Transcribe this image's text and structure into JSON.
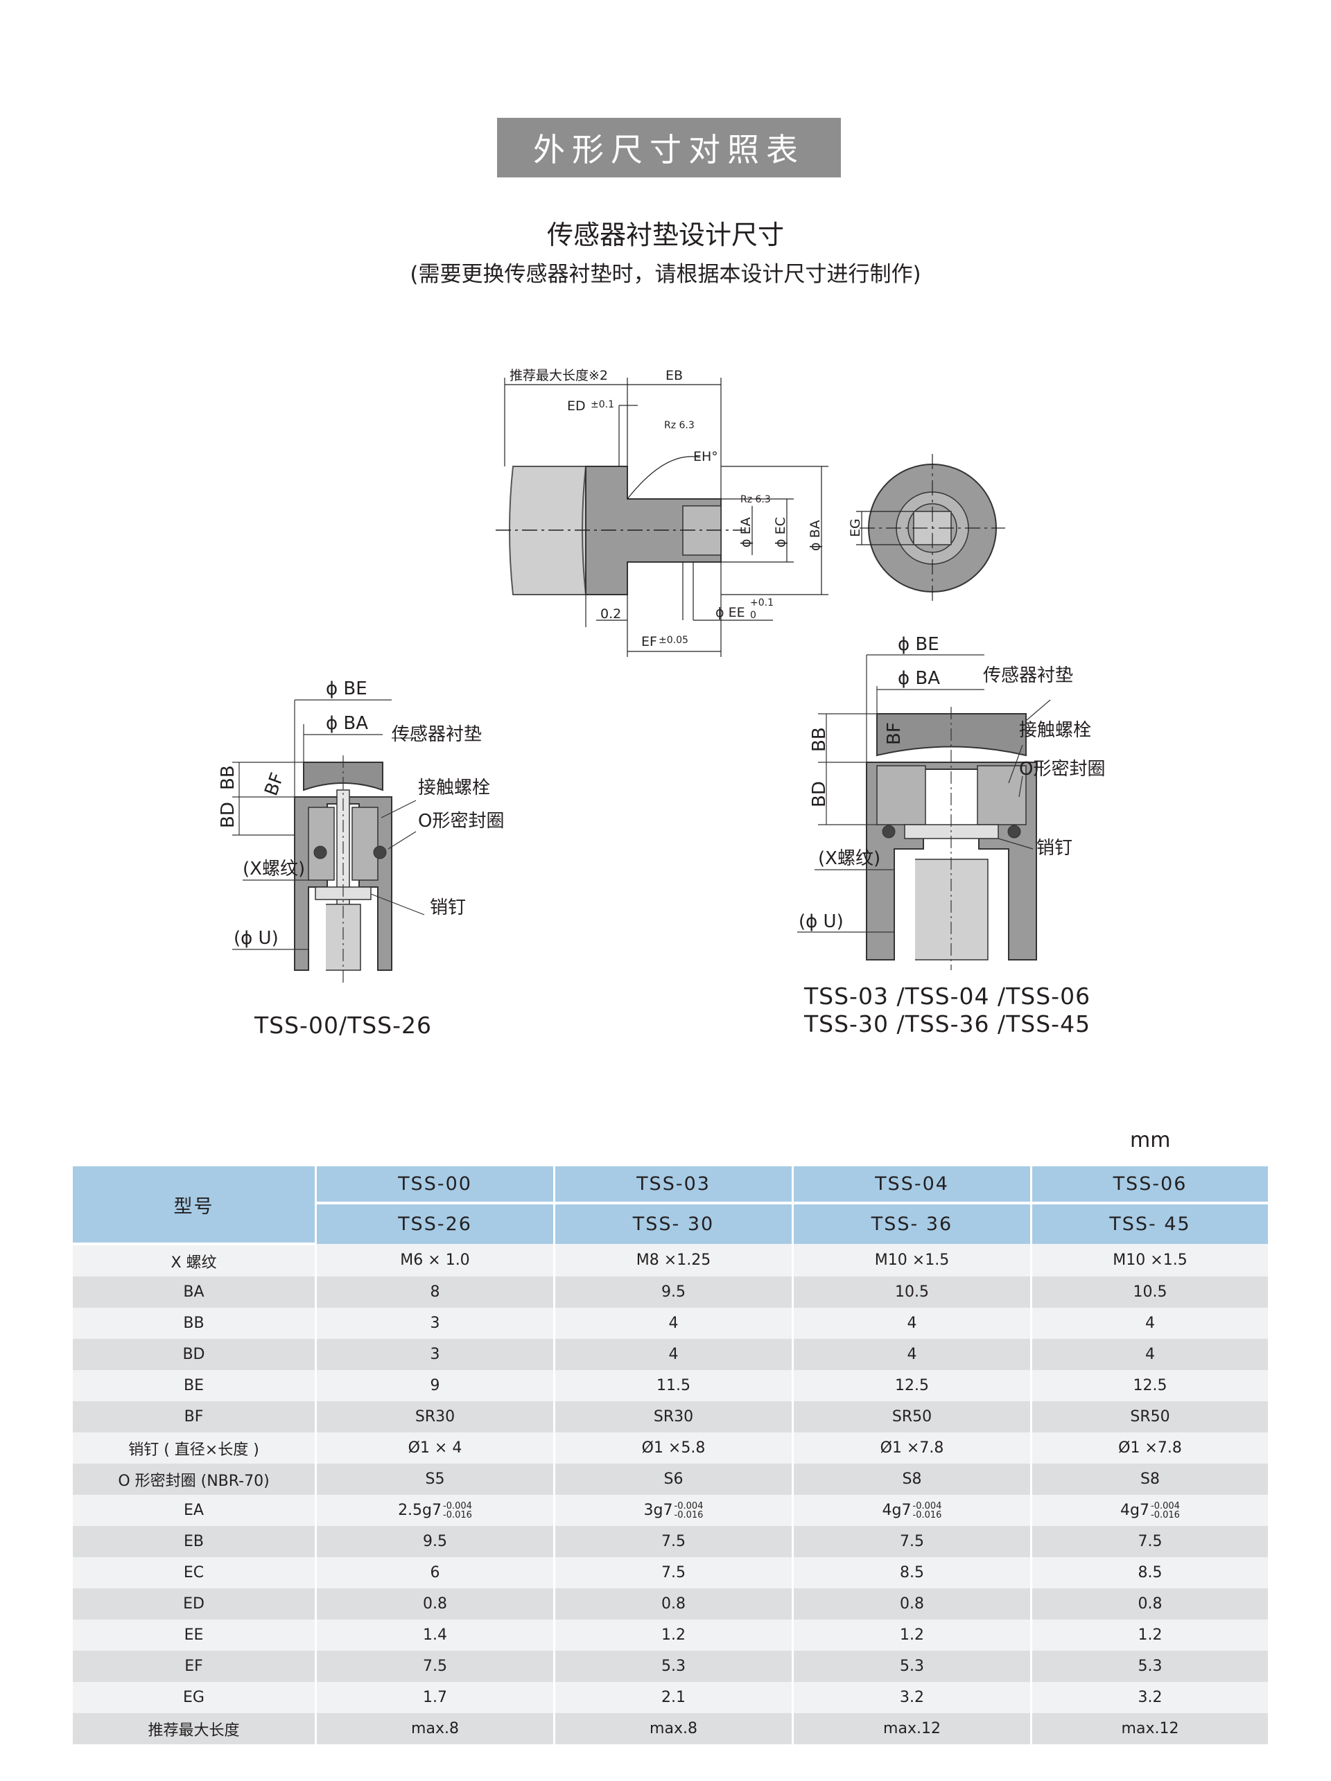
{
  "header": {
    "title": "外形尺寸对照表",
    "subtitle": "传感器衬垫设计尺寸",
    "note": "(需要更换传感器衬垫时，请根据本设计尺寸进行制作)"
  },
  "drawing": {
    "dims": {
      "max_len": "推荐最大长度※2",
      "eb": "EB",
      "ed": "ED",
      "ed_tol": "±0.1",
      "rz1": "Rz 6.3",
      "eh": "EH°",
      "rz2": "Rz 6.3",
      "ea": "ϕ EA",
      "ec": "ϕ EC",
      "ba": "ϕ BA",
      "eg": "EG",
      "gap": "0.2",
      "ee": "ϕ EE",
      "ee_tol_upper": "+0.1",
      "ee_tol_lower": "0",
      "ef": "EF",
      "ef_tol": "±0.05"
    },
    "left": {
      "be": "ϕ BE",
      "ba": "ϕ BA",
      "bb": "BB",
      "bd": "BD",
      "bf": "BF",
      "pad": "传感器衬垫",
      "bolt": "接触螺栓",
      "oring": "O形密封圈",
      "x": "(X螺纹)",
      "pin": "销钉",
      "u": "(ϕ U)",
      "caption": "TSS-00/TSS-26"
    },
    "right": {
      "be": "ϕ BE",
      "ba": "ϕ BA",
      "bb": "BB",
      "bd": "BD",
      "bf": "BF",
      "pad": "传感器衬垫",
      "bolt": "接触螺栓",
      "oring": "O形密封圈",
      "x": "(X螺纹)",
      "pin": "销钉",
      "u": "(ϕ U)",
      "caption_line1": "TSS-03 /TSS-04 /TSS-06",
      "caption_line2": "TSS-30 /TSS-36 /TSS-45"
    }
  },
  "table": {
    "unit": "mm",
    "model_label": "型号",
    "models_row1": [
      "TSS-00",
      "TSS-03",
      "TSS-04",
      "TSS-06"
    ],
    "models_row2": [
      "TSS-26",
      "TSS- 30",
      "TSS- 36",
      "TSS- 45"
    ],
    "rows": [
      {
        "label": "X 螺纹",
        "values": [
          "M6 × 1.0",
          "M8 ×1.25",
          "M10  ×1.5",
          "M10  ×1.5"
        ]
      },
      {
        "label": "BA",
        "values": [
          "8",
          "9.5",
          "10.5",
          "10.5"
        ]
      },
      {
        "label": "BB",
        "values": [
          "3",
          "4",
          "4",
          "4"
        ]
      },
      {
        "label": "BD",
        "values": [
          "3",
          "4",
          "4",
          "4"
        ]
      },
      {
        "label": "BE",
        "values": [
          "9",
          "11.5",
          "12.5",
          "12.5"
        ]
      },
      {
        "label": "BF",
        "values": [
          "SR30",
          "SR30",
          "SR50",
          "SR50"
        ]
      },
      {
        "label": "销钉 ( 直径×长度  )",
        "values": [
          "Ø1 × 4",
          "Ø1 ×5.8",
          "Ø1 ×7.8",
          "Ø1 ×7.8"
        ]
      },
      {
        "label": "O 形密封圈 (NBR-70)",
        "values": [
          "S5",
          "S6",
          "S8",
          "S8"
        ]
      },
      {
        "label": "EA",
        "values": [
          "2.5g7",
          "3g7",
          "4g7",
          "4g7"
        ],
        "tol_upper": "-0.004",
        "tol_lower": "-0.016"
      },
      {
        "label": "EB",
        "values": [
          "9.5",
          "7.5",
          "7.5",
          "7.5"
        ]
      },
      {
        "label": "EC",
        "values": [
          "6",
          "7.5",
          "8.5",
          "8.5"
        ]
      },
      {
        "label": "ED",
        "values": [
          "0.8",
          "0.8",
          "0.8",
          "0.8"
        ]
      },
      {
        "label": "EE",
        "values": [
          "1.4",
          "1.2",
          "1.2",
          "1.2"
        ]
      },
      {
        "label": "EF",
        "values": [
          "7.5",
          "5.3",
          "5.3",
          "5.3"
        ]
      },
      {
        "label": "EG",
        "values": [
          "1.7",
          "2.1",
          "3.2",
          "3.2"
        ]
      },
      {
        "label": "推荐最大长度",
        "values": [
          "max.8",
          "max.8",
          "max.12",
          "max.12"
        ]
      }
    ]
  }
}
